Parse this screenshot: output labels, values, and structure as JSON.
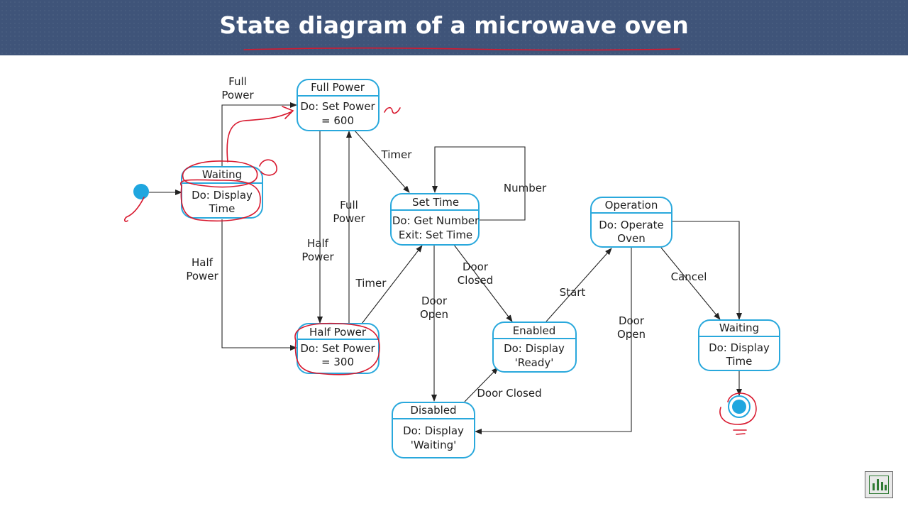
{
  "slide": {
    "title": "State diagram of a microwave oven"
  },
  "states": {
    "full_power": {
      "name": "Full Power",
      "line1": "Do: Set Power",
      "line2": "= 600"
    },
    "waiting_start": {
      "name": "Waiting",
      "line1": "Do: Display",
      "line2": "Time"
    },
    "half_power": {
      "name": "Half Power",
      "line1": "Do: Set Power",
      "line2": "= 300"
    },
    "set_time": {
      "name": "Set Time",
      "line1": "Do: Get Number",
      "line2": "Exit: Set Time"
    },
    "disabled": {
      "name": "Disabled",
      "line1": "Do: Display",
      "line2": "'Waiting'"
    },
    "enabled": {
      "name": "Enabled",
      "line1": "Do: Display",
      "line2": "'Ready'"
    },
    "operation": {
      "name": "Operation",
      "line1": "Do: Operate",
      "line2": "Oven"
    },
    "waiting_end": {
      "name": "Waiting",
      "line1": "Do: Display",
      "line2": "Time"
    }
  },
  "transitions": {
    "full_power_1": "Full",
    "full_power_2": "Power",
    "half_power_left_1": "Half",
    "half_power_left_2": "Power",
    "half_power_mid_1": "Half",
    "half_power_mid_2": "Power",
    "full_power_mid_1": "Full",
    "full_power_mid_2": "Power",
    "timer_top": "Timer",
    "timer_bottom": "Timer",
    "number": "Number",
    "door_open_left_1": "Door",
    "door_open_left_2": "Open",
    "door_closed_diag_1": "Door",
    "door_closed_diag_2": "Closed",
    "door_closed_bottom": "Door Closed",
    "start": "Start",
    "door_open_right_1": "Door",
    "door_open_right_2": "Open",
    "cancel": "Cancel"
  },
  "colors": {
    "header_bg": "#3f5479",
    "state_border": "#29a8dc",
    "pseudo_state": "#1fa6df",
    "annotation": "#d8182e"
  }
}
